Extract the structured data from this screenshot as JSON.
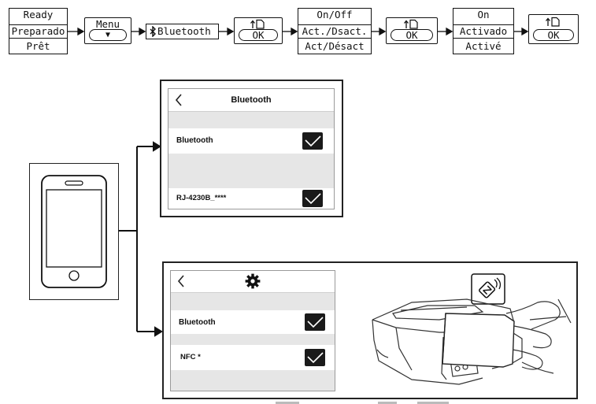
{
  "flow": {
    "ready_box": [
      "Ready",
      "Preparado",
      "Prêt"
    ],
    "menu_button": {
      "label": "Menu",
      "key_glyph": "▼"
    },
    "bluetooth_item": {
      "icon": "bluetooth-icon",
      "label": "Bluetooth"
    },
    "ok_button": {
      "icon": "set-icon",
      "icon_glyph": "↑🗋",
      "label": "OK"
    },
    "onoff_box": [
      "On/Off",
      "Act./Dsact.",
      "Act/Désact"
    ],
    "on_box": [
      "On",
      "Activado",
      "Activé"
    ]
  },
  "bluetooth_screen": {
    "back_icon": "chevron-left-icon",
    "title": "Bluetooth",
    "rows": [
      {
        "label": "Bluetooth",
        "checked": true
      },
      {
        "label": "RJ-4230B_****",
        "checked": true
      }
    ]
  },
  "nfc_screen": {
    "back_icon": "chevron-left-icon",
    "header_icon": "gear-icon",
    "rows": [
      {
        "label": "Bluetooth",
        "checked": true
      },
      {
        "label": "NFC *",
        "checked": true
      }
    ]
  },
  "illustration": {
    "phone_icon": "smartphone-icon",
    "nfc_badge_icon": "nfc-tap-icon",
    "printer_icon": "mobile-printer-with-phone-icon"
  },
  "colors": {
    "line": "#111111",
    "band": "#e6e6e6",
    "check_box": "#1a1a1a"
  }
}
